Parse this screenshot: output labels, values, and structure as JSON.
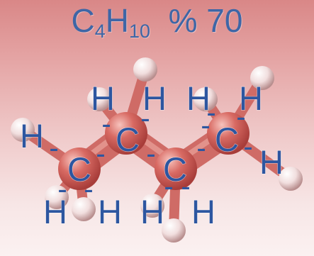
{
  "formula": {
    "parts": [
      {
        "text": "C",
        "sub": false
      },
      {
        "text": "4",
        "sub": true
      },
      {
        "text": "H",
        "sub": false
      },
      {
        "text": "10",
        "sub": true
      },
      {
        "text": "  % 70",
        "sub": false
      }
    ]
  },
  "molecule": {
    "name": "butane",
    "bond_sep": "-",
    "colors": {
      "carbon": "#c9544f",
      "carbon_light": "#f2aaa3",
      "hydrogen": "#f4e6e6",
      "hydrogen_shade": "#c9a6a6",
      "bond": "#cf6b66",
      "label": "#2d56a0"
    },
    "atoms": [
      {
        "id": "c1",
        "label": "C"
      },
      {
        "id": "c2",
        "label": "C"
      },
      {
        "id": "c3",
        "label": "C"
      },
      {
        "id": "c4",
        "label": "C"
      },
      {
        "id": "h1",
        "label": "H"
      },
      {
        "id": "h2",
        "label": "H"
      },
      {
        "id": "h3",
        "label": "H"
      },
      {
        "id": "h4",
        "label": "H"
      },
      {
        "id": "h5",
        "label": "H"
      },
      {
        "id": "h6",
        "label": "H"
      },
      {
        "id": "h7",
        "label": "H"
      },
      {
        "id": "h8",
        "label": "H"
      },
      {
        "id": "h9",
        "label": "H"
      },
      {
        "id": "h10",
        "label": "H"
      }
    ]
  }
}
